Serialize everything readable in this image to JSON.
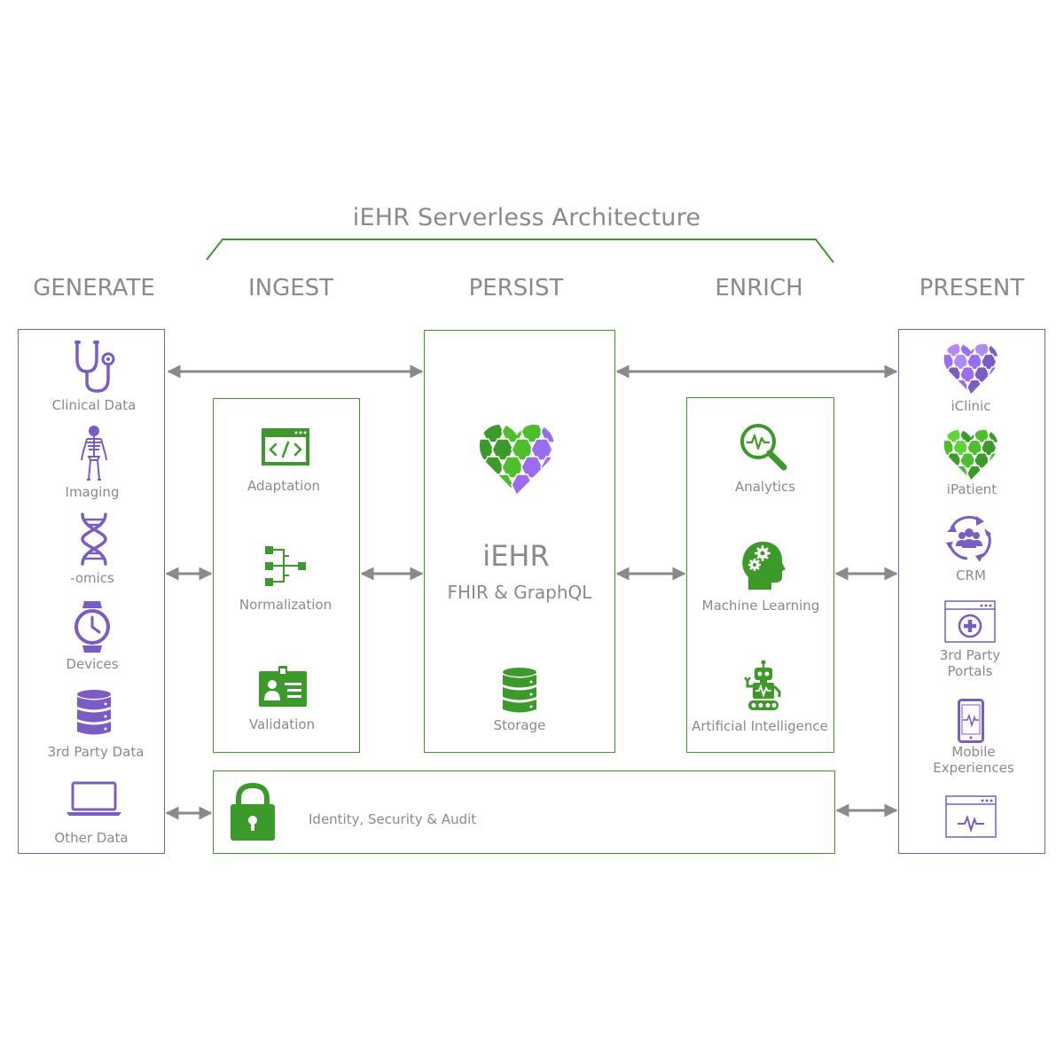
{
  "title": "iEHR Serverless Architecture",
  "columns": {
    "generate": "GENERATE",
    "ingest": "INGEST",
    "persist": "PERSIST",
    "enrich": "ENRICH",
    "present": "PRESENT"
  },
  "generate_items": [
    "Clinical Data",
    "Imaging",
    "-omics",
    "Devices",
    "3rd Party Data",
    "Other Data"
  ],
  "ingest_items": [
    "Adaptation",
    "Normalization",
    "Validation"
  ],
  "persist": {
    "name": "iEHR",
    "subtitle": "FHIR & GraphQL",
    "storage": "Storage"
  },
  "enrich_items": [
    "Analytics",
    "Machine Learning",
    "Artificial Intelligence"
  ],
  "present_items": {
    "iclinic": "iClinic",
    "ipatient": "iPatient",
    "crm": "CRM",
    "portals_line1": "3rd Party",
    "portals_line2": "Portals",
    "mobile_line1": "Mobile",
    "mobile_line2": "Experiences"
  },
  "security": "Identity, Security & Audit",
  "colors": {
    "purple": "#7b5bc4",
    "green": "#3b9a2a",
    "arrow": "#8a8a8a",
    "text": "#8a8a8a"
  }
}
